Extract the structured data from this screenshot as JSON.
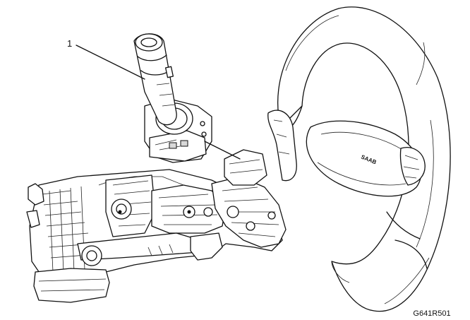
{
  "callouts": [
    {
      "number": "1"
    }
  ],
  "figure_code": "G641R501",
  "wheel_logo": "SAAB",
  "colors": {
    "ink": "#111111",
    "background": "#ffffff"
  }
}
